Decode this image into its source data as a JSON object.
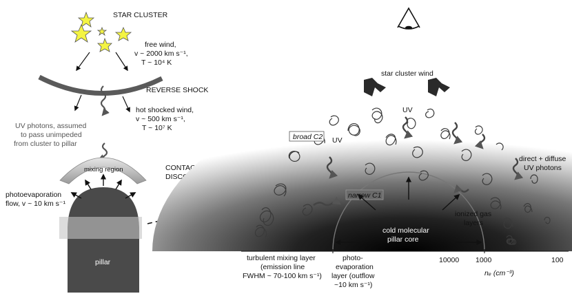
{
  "left": {
    "star_cluster": "STAR CLUSTER",
    "free_wind": [
      "free wind,",
      "v ~ 2000 km s⁻¹,",
      "T ~ 10⁴ K"
    ],
    "reverse_shock": "REVERSE SHOCK",
    "hot_wind": [
      "hot shocked wind,",
      "v ~ 500 km s⁻¹,",
      "T ~ 10⁷ K"
    ],
    "uv_note": [
      "UV photons, assumed",
      "to pass unimpeded",
      "from cluster to pillar"
    ],
    "mixing_region": "mixing region",
    "contact": [
      "CONTACT",
      "DISCONTINUITY"
    ],
    "photoevap": [
      "photoevaporation",
      "flow, v ~ 10 km s⁻¹"
    ],
    "pillar": "pillar"
  },
  "right": {
    "star_cluster_wind": "star cluster wind",
    "broad_c2": "broad C2",
    "narrow_c1": "narrow C1",
    "uv_a": "UV",
    "uv_b": "UV",
    "direct_diffuse": [
      "direct + diffuse",
      "UV photons"
    ],
    "ionized": [
      "ionized gas",
      "layers"
    ],
    "core": [
      "cold molecular",
      "pillar core"
    ],
    "mixing_layer": [
      "turbulent mixing layer",
      "(emission line",
      "FWHM ~ 70-100 km s⁻¹)"
    ],
    "photo_layer": [
      "photo-",
      "evaporation",
      "layer (outflow",
      "~10 km s⁻¹)"
    ],
    "axis_ticks": [
      "10000",
      "1000",
      "100"
    ],
    "axis_label": "nₑ (cm⁻³)"
  },
  "colors": {
    "star_fill": "#f4f442",
    "shock_gray": "#555555",
    "pillar_gray": "#4a4a4a",
    "band_gray": "#bdbdbd"
  }
}
